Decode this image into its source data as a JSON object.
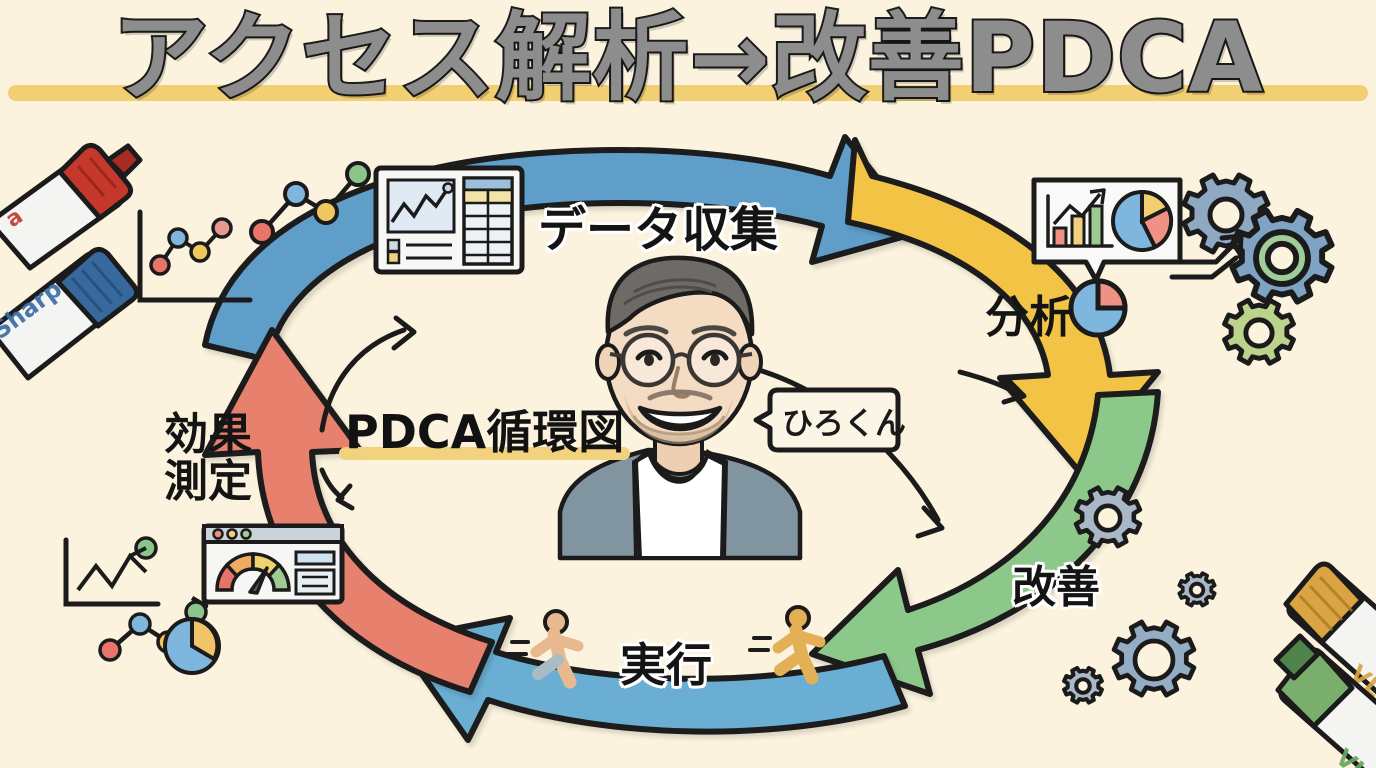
{
  "page": {
    "title": "アクセス解析→改善PDCA",
    "background_color": "#fbf3dd",
    "center_label": "PDCA循環図",
    "speech_bubble": "ひろくん"
  },
  "cycle": {
    "steps": [
      {
        "id": "collect",
        "label": "データ収集",
        "color": "#5e9ec9",
        "position": "top",
        "icon": "dashboard-table-icon"
      },
      {
        "id": "analyze",
        "label": "分析",
        "color": "#f2c344",
        "position": "top-right",
        "icon": "pie-chart-icon"
      },
      {
        "id": "improve",
        "label": "改善",
        "color": "#8cc88a",
        "position": "bottom-right",
        "icon": "gear-icon"
      },
      {
        "id": "execute",
        "label": "実行",
        "color": "#6aaed4",
        "position": "bottom",
        "icon": "running-person-icon"
      },
      {
        "id": "measure",
        "label": "効果測定",
        "color": "#e8806e",
        "position": "left",
        "icon": "gauge-browser-icon"
      }
    ]
  },
  "decorations": {
    "markers": [
      {
        "name": "red-marker",
        "cap_color": "#c0392b",
        "body_color": "#f2f2f0",
        "corner": "top-left"
      },
      {
        "name": "blue-marker",
        "cap_color": "#3a6ea5",
        "body_color": "#f2f2f0",
        "corner": "top-left"
      },
      {
        "name": "yellow-marker",
        "cap_color": "#d9a441",
        "body_color": "#f2f2f0",
        "corner": "bottom-right"
      },
      {
        "name": "green-marker",
        "cap_color": "#6aa761",
        "body_color": "#f2f2f0",
        "corner": "bottom-right"
      }
    ],
    "icons": [
      "line-chart-icon",
      "scatter-line-icon",
      "pie-chart-icon",
      "gear-icon",
      "arrow-up-icon",
      "running-person-icon"
    ],
    "dot_colors": [
      "#e8746a",
      "#7fb6dd",
      "#efc75e",
      "#8dc48a"
    ]
  },
  "portrait": {
    "name": "hirokun-avatar",
    "description": "smiling man with glasses",
    "hair_color": "#6e6a66",
    "skin_color": "#f3d9c0",
    "shirt_color": "#7d8f97",
    "tshirt_color": "#ffffff"
  }
}
